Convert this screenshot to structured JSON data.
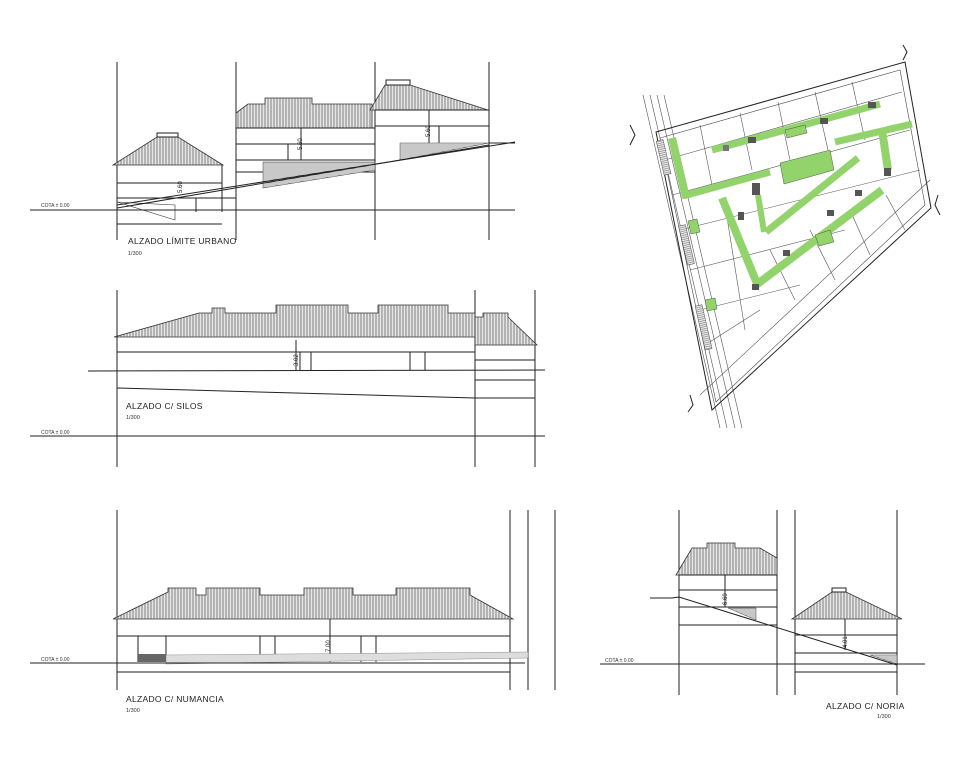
{
  "sheet": {
    "elevations": [
      {
        "title": "ALZADO LÍMITE URBANO",
        "scale": "1/300",
        "cota": "COTA ± 0.00",
        "dims": [
          "5.60",
          "5.60",
          "5.60"
        ]
      },
      {
        "title": "ALZADO C/ SILOS",
        "scale": "1/300",
        "cota": "COTA ± 0.00",
        "dims": [
          "3.02"
        ]
      },
      {
        "title": "ALZADO C/ NUMANCIA",
        "scale": "1/300",
        "cota": "COTA ± 0.00",
        "dims": [
          "7.00"
        ]
      },
      {
        "title": "ALZADO C/ NORIA",
        "scale": "1/300",
        "cota": "COTA ± 0.00",
        "dims": [
          "6.60",
          "4.01"
        ]
      }
    ]
  },
  "colors": {
    "green_space": "#92d36b",
    "line": "#222222"
  }
}
